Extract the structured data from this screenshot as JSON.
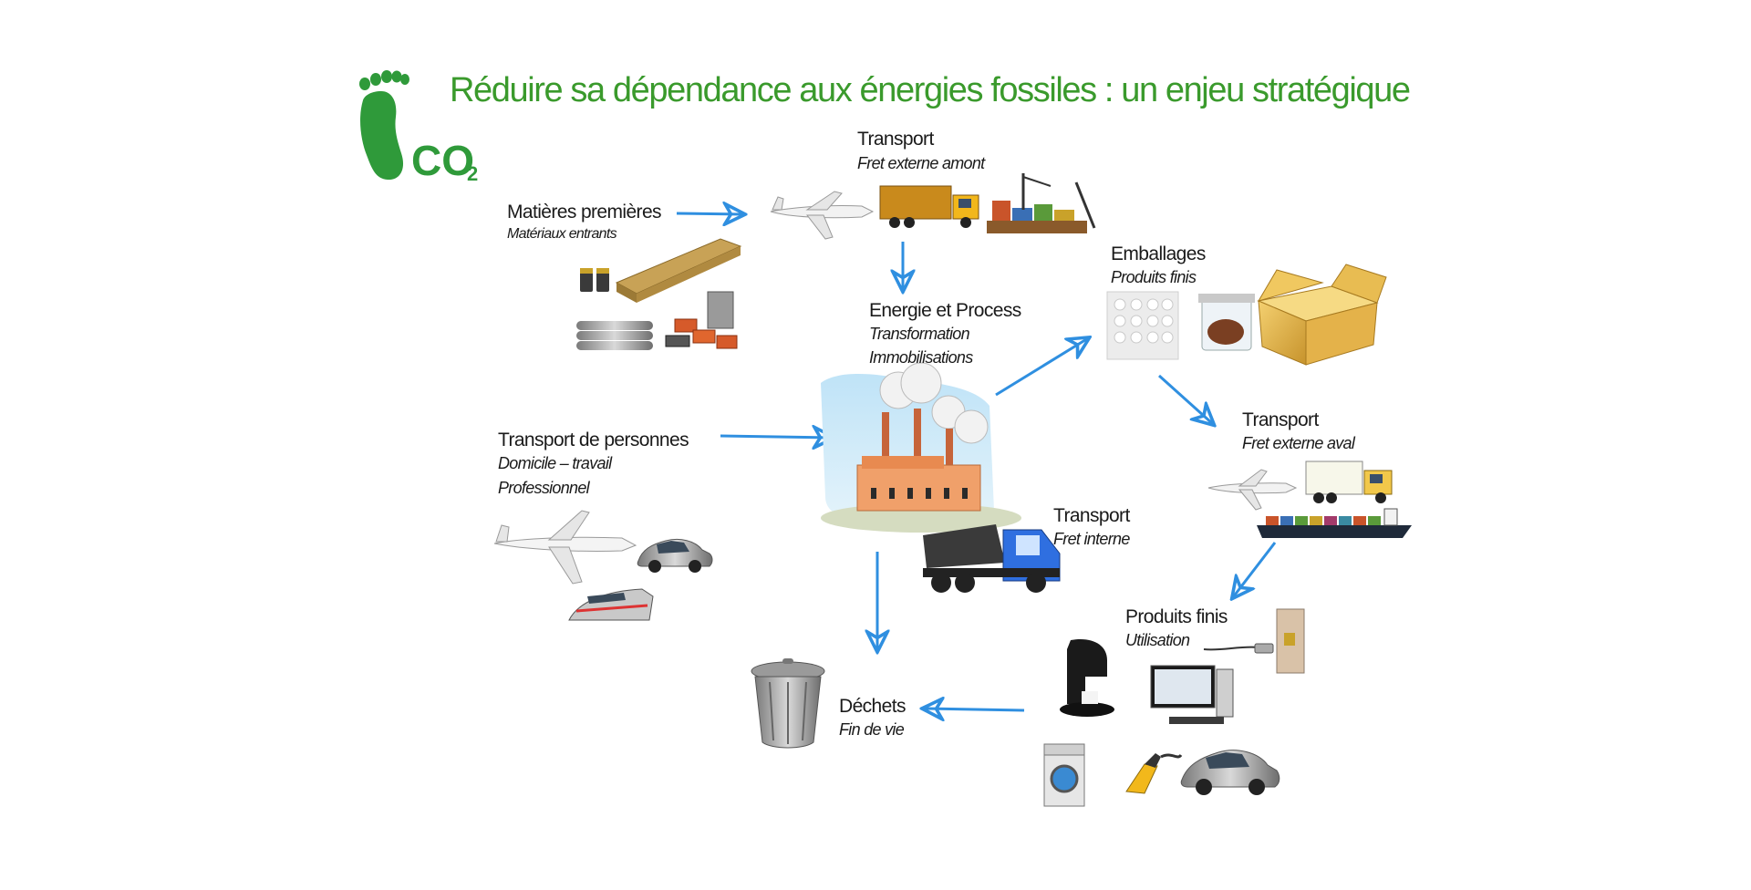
{
  "title": "Réduire sa dépendance aux énergies fossiles : un enjeu stratégique",
  "logo": {
    "text": "CO",
    "subscript": "2",
    "icon": "footprint-icon",
    "color": "#2f9a3a"
  },
  "colors": {
    "title": "#3a9a2c",
    "arrow": "#2f8fe0",
    "text": "#1a1a1a"
  },
  "nodes": {
    "matieres": {
      "label": "Matières premières",
      "sub": [
        "Matériaux entrants"
      ]
    },
    "transport_amont": {
      "label": "Transport",
      "sub": [
        "Fret externe amont"
      ]
    },
    "energie": {
      "label": "Energie et Process",
      "sub": [
        "Transformation",
        "Immobilisations"
      ]
    },
    "emballages": {
      "label": "Emballages",
      "sub": [
        "Produits finis"
      ]
    },
    "transport_aval": {
      "label": "Transport",
      "sub": [
        "Fret externe aval"
      ]
    },
    "personnes": {
      "label": "Transport de personnes",
      "sub": [
        "Domicile – travail",
        "Professionnel"
      ]
    },
    "transport_interne": {
      "label": "Transport",
      "sub": [
        "Fret interne"
      ]
    },
    "produits": {
      "label": "Produits finis",
      "sub": [
        "Utilisation"
      ]
    },
    "dechets": {
      "label": "Déchets",
      "sub": [
        "Fin de vie"
      ]
    }
  },
  "icons": [
    "airplane-icon",
    "truck-icon",
    "cargo-ship-icon",
    "wood-plank-icon",
    "battery-icon",
    "metal-pipes-icon",
    "bricks-icon",
    "factory-icon",
    "dump-truck-icon",
    "bubble-wrap-icon",
    "cardboard-box-icon",
    "bag-icon",
    "car-icon",
    "train-icon",
    "trash-can-icon",
    "coffee-machine-icon",
    "computer-icon",
    "plug-icon",
    "washing-machine-icon",
    "fuel-nozzle-icon"
  ]
}
